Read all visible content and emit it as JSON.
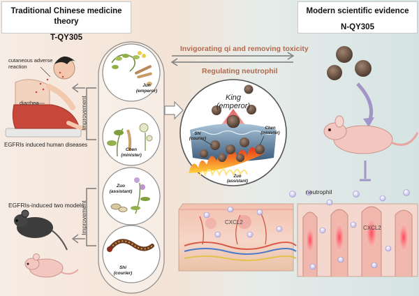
{
  "left_box": {
    "title": "Traditional Chinese medicine theory",
    "subtitle": "T-QY305"
  },
  "right_box": {
    "title": "Modern scientific evidence",
    "subtitle": "N-QY305"
  },
  "arrows": {
    "top": "Invigorating qi and removing toxicity",
    "bottom": "Regulating neutrophil"
  },
  "patient": {
    "label_adverse": "cutaneous adverse\nreaction",
    "label_diarrhea": "diarrhea",
    "caption": "EGFRIs induced human diseases"
  },
  "mice": {
    "caption": "EGFRIs-induced two models"
  },
  "improvement": [
    "Improvement",
    "Improvement"
  ],
  "herbs": [
    {
      "name": "Jun",
      "role": "(emperor)"
    },
    {
      "name": "Chen",
      "role": "(minister)"
    },
    {
      "name": "Zuo",
      "role": "(assistant)"
    },
    {
      "name": "Shi",
      "role": "(courier)"
    }
  ],
  "center": {
    "king": "King",
    "king_role": "(emperor)",
    "shi": "Shi",
    "shi_role": "(courier)",
    "chen": "Chen",
    "chen_role": "(minister)",
    "zuo": "Zuo",
    "zuo_role": "(assistant)"
  },
  "right": {
    "neutrophil": "neutrophil",
    "cxcl2_skin": "CXCL2",
    "cxcl2_gut": "CXCL2"
  },
  "colors": {
    "accent_arrow": "#b06a4f",
    "flame": "#f06a1a",
    "water": "#4f6f8f",
    "neutrophil": "#d9d4ef",
    "cxcl2": "#e03a4a"
  }
}
